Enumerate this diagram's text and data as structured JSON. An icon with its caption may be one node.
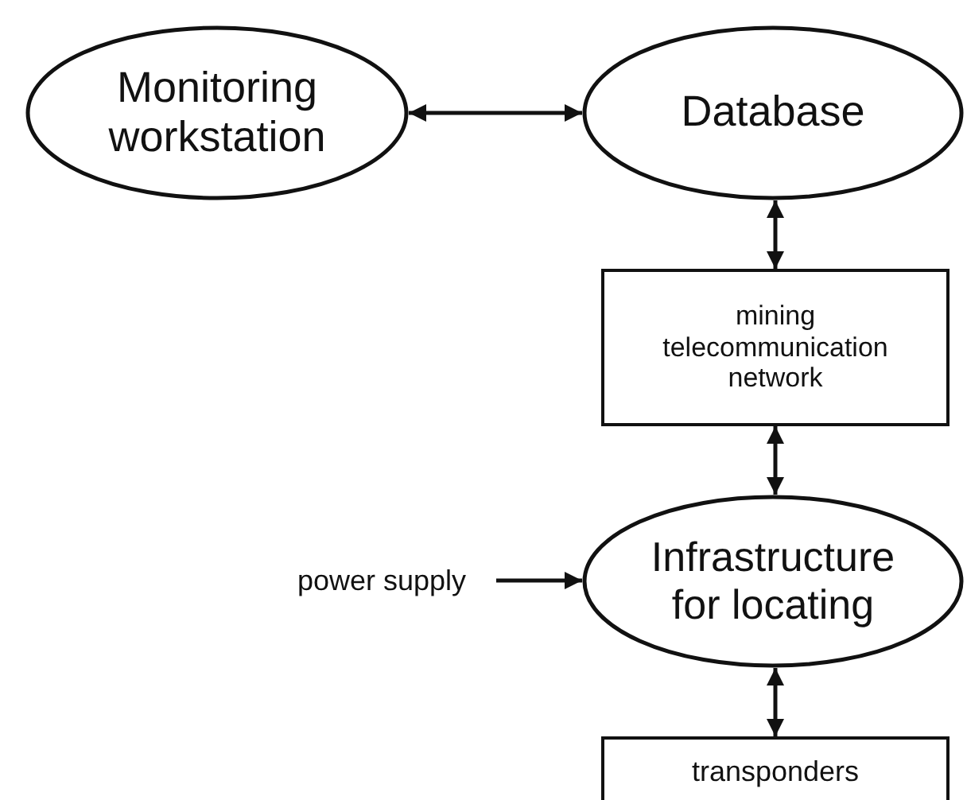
{
  "diagram": {
    "nodes": [
      {
        "text": [
          "Monitoring workstation"
        ]
      },
      {
        "text": [
          "Database"
        ]
      },
      {
        "text": [
          "mining telecommunication network"
        ]
      },
      {
        "text": [
          "Infrastructure for locating"
        ]
      },
      {
        "text": [
          "power supply"
        ]
      },
      {
        "text": [
          "transponders"
        ]
      }
    ],
    "edges": [
      {
        "from": 0,
        "to": 1,
        "arrow": "both"
      },
      {
        "from": 1,
        "to": 2,
        "arrow": "both"
      },
      {
        "from": 2,
        "to": 3,
        "arrow": "both"
      },
      {
        "from": 4,
        "to": 3,
        "arrow": "to"
      },
      {
        "from": 3,
        "to": 5,
        "arrow": "both"
      }
    ]
  }
}
